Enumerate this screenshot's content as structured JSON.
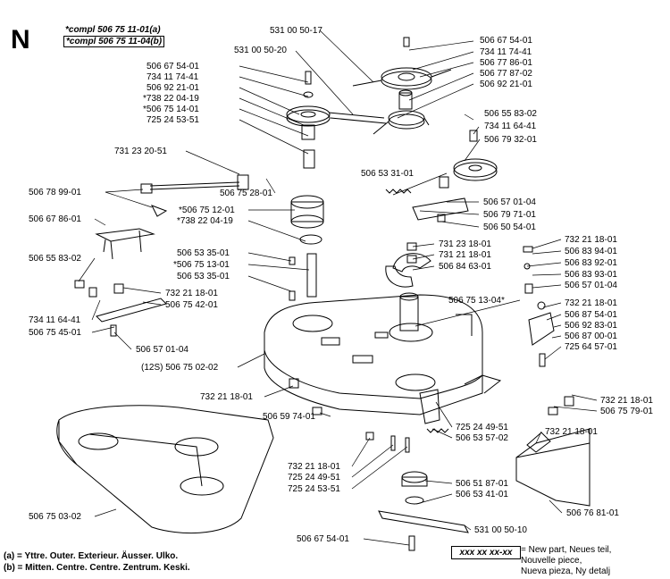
{
  "header": {
    "section_letter": "N",
    "compl_a": "*compl 506 75 11-01(a)",
    "compl_b": "*compl 506 75 11-04(b)"
  },
  "labels": [
    {
      "id": "l1",
      "text": "531 00 50-17"
    },
    {
      "id": "l2",
      "text": "531 00 50-20"
    },
    {
      "id": "l3",
      "text": "506 67 54-01"
    },
    {
      "id": "l4",
      "text": "734 11 74-41"
    },
    {
      "id": "l5",
      "text": "506 77 86-01"
    },
    {
      "id": "l6",
      "text": "506 77 87-02"
    },
    {
      "id": "l7",
      "text": "506 92 21-01"
    },
    {
      "id": "l8",
      "text": "506 67 54-01"
    },
    {
      "id": "l9",
      "text": "734 11 74-41"
    },
    {
      "id": "l10",
      "text": "506 92 21-01"
    },
    {
      "id": "l11",
      "text": "*738 22 04-19"
    },
    {
      "id": "l12",
      "text": "*506 75 14-01"
    },
    {
      "id": "l13",
      "text": "725 24 53-51"
    },
    {
      "id": "l14",
      "text": "506 55 83-02"
    },
    {
      "id": "l15",
      "text": "734 11 64-41"
    },
    {
      "id": "l16",
      "text": "506 79 32-01"
    },
    {
      "id": "l17",
      "text": "731 23 20-51"
    },
    {
      "id": "l18",
      "text": "506 53 31-01"
    },
    {
      "id": "l19",
      "text": "506 75 28-01"
    },
    {
      "id": "l20",
      "text": "506 78 99-01"
    },
    {
      "id": "l21",
      "text": "506 57 01-04"
    },
    {
      "id": "l22",
      "text": "*506 75 12-01"
    },
    {
      "id": "l23",
      "text": "506 79 71-01"
    },
    {
      "id": "l24",
      "text": "*738 22 04-19"
    },
    {
      "id": "l25",
      "text": "506 50 54-01"
    },
    {
      "id": "l26",
      "text": "506 67 86-01"
    },
    {
      "id": "l27",
      "text": "731 23 18-01"
    },
    {
      "id": "l28",
      "text": "732 21 18-01"
    },
    {
      "id": "l29",
      "text": "731 21 18-01"
    },
    {
      "id": "l30",
      "text": "506 83 94-01"
    },
    {
      "id": "l31",
      "text": "506 53 35-01"
    },
    {
      "id": "l32",
      "text": "*506 75 13-01"
    },
    {
      "id": "l33",
      "text": "506 84 63-01"
    },
    {
      "id": "l34",
      "text": "506 83 92-01"
    },
    {
      "id": "l35",
      "text": "506 55 83-02"
    },
    {
      "id": "l36",
      "text": "506 53 35-01"
    },
    {
      "id": "l37",
      "text": "506 83 93-01"
    },
    {
      "id": "l38",
      "text": "506 57 01-04"
    },
    {
      "id": "l39",
      "text": "732 21 18-01"
    },
    {
      "id": "l40",
      "text": "506 75 42-01"
    },
    {
      "id": "l41",
      "text": "506 75 13-04*"
    },
    {
      "id": "l42",
      "text": "732 21 18-01"
    },
    {
      "id": "l43",
      "text": "734 11 64-41"
    },
    {
      "id": "l44",
      "text": "506 87 54-01"
    },
    {
      "id": "l45",
      "text": "506 75 45-01"
    },
    {
      "id": "l46",
      "text": "506 92 83-01"
    },
    {
      "id": "l47",
      "text": "506 87 00-01"
    },
    {
      "id": "l48",
      "text": "506 57 01-04"
    },
    {
      "id": "l49",
      "text": "725 64 57-01"
    },
    {
      "id": "l50",
      "text": "(12S) 506 75 02-02"
    },
    {
      "id": "l51",
      "text": "732 21 18-01"
    },
    {
      "id": "l52",
      "text": "732 21 18-01"
    },
    {
      "id": "l53",
      "text": "506 75 79-01"
    },
    {
      "id": "l54",
      "text": "506 59 74-01"
    },
    {
      "id": "l55",
      "text": "725 24 49-51"
    },
    {
      "id": "l56",
      "text": "506 53 57-02"
    },
    {
      "id": "l57",
      "text": "732 21 18-01"
    },
    {
      "id": "l58",
      "text": "732 21 18-01"
    },
    {
      "id": "l59",
      "text": "725 24 49-51"
    },
    {
      "id": "l60",
      "text": "506 51 87-01"
    },
    {
      "id": "l61",
      "text": "725 24 53-51"
    },
    {
      "id": "l62",
      "text": "506 53 41-01"
    },
    {
      "id": "l63",
      "text": "506 75 03-02"
    },
    {
      "id": "l64",
      "text": "506 76 81-01"
    },
    {
      "id": "l65",
      "text": "531 00 50-10"
    },
    {
      "id": "l66",
      "text": "506 67 54-01"
    }
  ],
  "notes": {
    "a": "(a) =  Yttre. Outer. Exterieur. Äusser. Ulko.",
    "b": "(b) =  Mitten. Centre. Centre. Zentrum. Keski."
  },
  "legend": {
    "box_text": "xxx xx xx-xx",
    "line1": "= New part, Neues teil,",
    "line2": "Nouvelle piece,",
    "line3": "Nueva pieza, Ny detalj"
  }
}
